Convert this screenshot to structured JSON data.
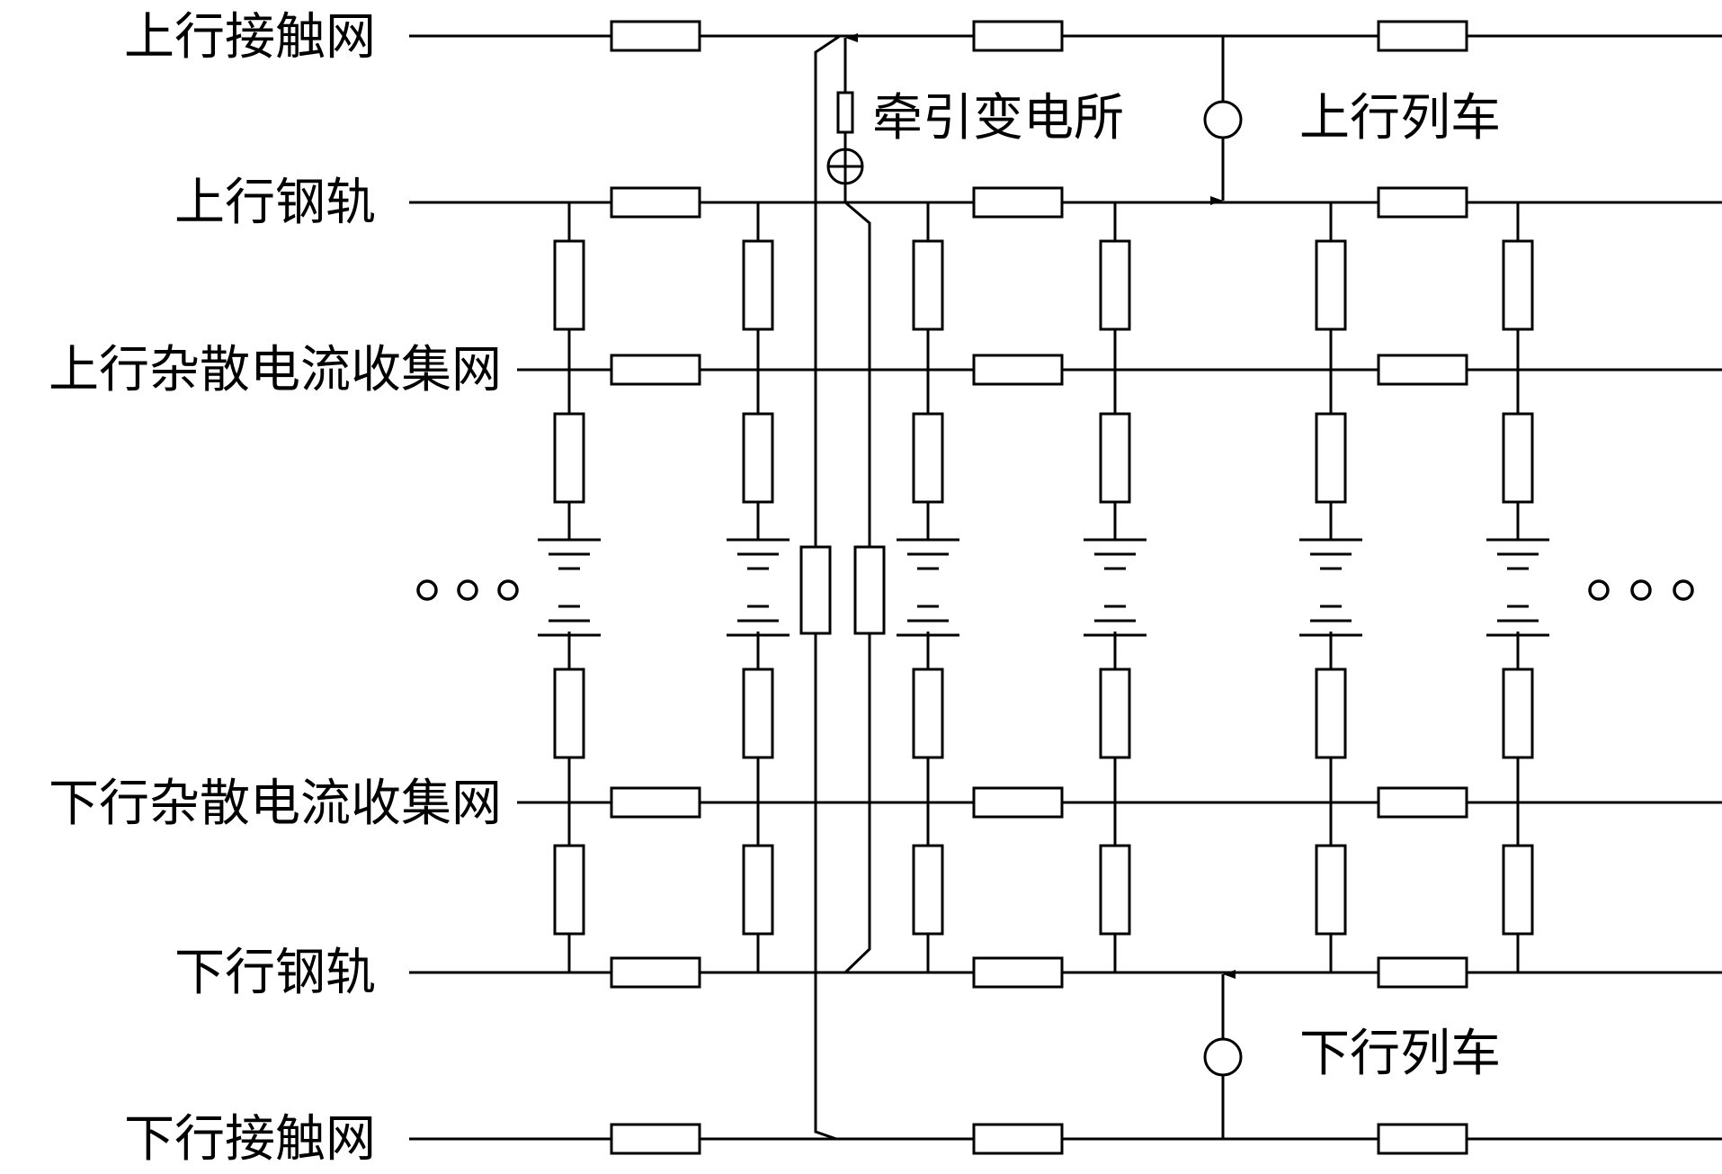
{
  "lines": {
    "up_catenary": "上行接触网",
    "up_rail": "上行钢轨",
    "up_collector": "上行杂散电流收集网",
    "down_collector": "下行杂散电流收集网",
    "down_rail": "下行钢轨",
    "down_catenary": "下行接触网"
  },
  "devices": {
    "substation": "牵引变电所",
    "up_train": "上行列车",
    "down_train": "下行列车"
  },
  "continuation": {
    "left": "○○○",
    "right": "○○○"
  }
}
